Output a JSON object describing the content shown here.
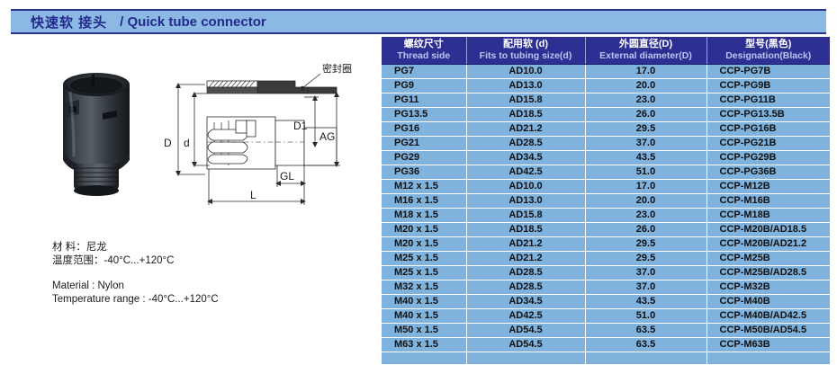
{
  "title": {
    "cn": "快速软  接头",
    "separator": "/",
    "en": "Quick tube connector"
  },
  "drawing": {
    "annotation_cn": "密封圈",
    "labels": {
      "D": "D",
      "d": "d",
      "D1": "D1",
      "AG": "AG",
      "GL": "GL",
      "L": "L"
    }
  },
  "material": {
    "cn_material": "材    料：尼龙",
    "cn_temp": "温度范围：-40°C...+120°C",
    "en_material": "Material : Nylon",
    "en_temp": "Temperature range : -40°C...+120°C"
  },
  "table": {
    "headers": [
      {
        "cn": "螺纹尺寸",
        "en": "Thread side"
      },
      {
        "cn": "配用软  (d)",
        "en": "Fits to tubing size(d)"
      },
      {
        "cn": "外圆直径(D)",
        "en": "External diameter(D)"
      },
      {
        "cn": "型号(黑色)",
        "en": "Designation(Black)"
      }
    ],
    "rows": [
      [
        "PG7",
        "AD10.0",
        "17.0",
        "CCP-PG7B"
      ],
      [
        "PG9",
        "AD13.0",
        "20.0",
        "CCP-PG9B"
      ],
      [
        "PG11",
        "AD15.8",
        "23.0",
        "CCP-PG11B"
      ],
      [
        "PG13.5",
        "AD18.5",
        "26.0",
        "CCP-PG13.5B"
      ],
      [
        "PG16",
        "AD21.2",
        "29.5",
        "CCP-PG16B"
      ],
      [
        "PG21",
        "AD28.5",
        "37.0",
        "CCP-PG21B"
      ],
      [
        "PG29",
        "AD34.5",
        "43.5",
        "CCP-PG29B"
      ],
      [
        "PG36",
        "AD42.5",
        "51.0",
        "CCP-PG36B"
      ],
      [
        "M12 x 1.5",
        "AD10.0",
        "17.0",
        "CCP-M12B"
      ],
      [
        "M16 x 1.5",
        "AD13.0",
        "20.0",
        "CCP-M16B"
      ],
      [
        "M18 x 1.5",
        "AD15.8",
        "23.0",
        "CCP-M18B"
      ],
      [
        "M20 x 1.5",
        "AD18.5",
        "26.0",
        "CCP-M20B/AD18.5"
      ],
      [
        "M20 x 1.5",
        "AD21.2",
        "29.5",
        "CCP-M20B/AD21.2"
      ],
      [
        "M25 x 1.5",
        "AD21.2",
        "29.5",
        "CCP-M25B"
      ],
      [
        "M25 x 1.5",
        "AD28.5",
        "37.0",
        "CCP-M25B/AD28.5"
      ],
      [
        "M32 x 1.5",
        "AD28.5",
        "37.0",
        "CCP-M32B"
      ],
      [
        "M40 x 1.5",
        "AD34.5",
        "43.5",
        "CCP-M40B"
      ],
      [
        "M40 x 1.5",
        "AD42.5",
        "51.0",
        "CCP-M40B/AD42.5"
      ],
      [
        "M50 x 1.5",
        "AD54.5",
        "63.5",
        "CCP-M50B/AD54.5"
      ],
      [
        "M63 x 1.5",
        "AD54.5",
        "63.5",
        "CCP-M63B"
      ],
      [
        "",
        "",
        "",
        ""
      ]
    ]
  },
  "colors": {
    "title_bg": "#8cb9e3",
    "title_text": "#232a8c",
    "header_bg": "#2e2f92",
    "row_bg": "#7fb2dd",
    "rule": "#2c2f8f"
  }
}
